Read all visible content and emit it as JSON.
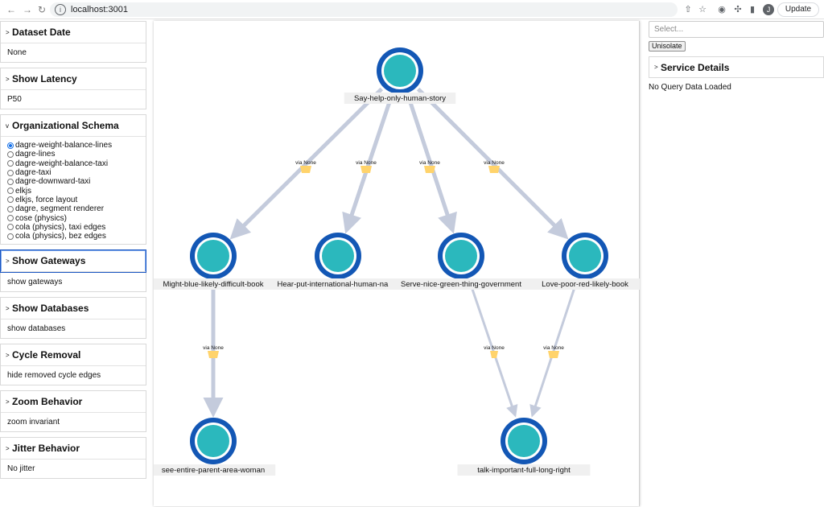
{
  "browser": {
    "url": "localhost:3001",
    "update_label": "Update",
    "avatar_letter": "J"
  },
  "sidebar": {
    "panels": [
      {
        "title": "Dataset Date",
        "value": "None"
      },
      {
        "title": "Show Latency",
        "value": "P50"
      },
      {
        "title": "Organizational Schema",
        "options": [
          {
            "label": "dagre-weight-balance-lines",
            "selected": true
          },
          {
            "label": "dagre-lines",
            "selected": false
          },
          {
            "label": "dagre-weight-balance-taxi",
            "selected": false
          },
          {
            "label": "dagre-taxi",
            "selected": false
          },
          {
            "label": "dagre-downward-taxi",
            "selected": false
          },
          {
            "label": "elkjs",
            "selected": false
          },
          {
            "label": "elkjs, force layout",
            "selected": false
          },
          {
            "label": "dagre, segment renderer",
            "selected": false
          },
          {
            "label": "cose (physics)",
            "selected": false
          },
          {
            "label": "cola (physics), taxi edges",
            "selected": false
          },
          {
            "label": "cola (physics), bez edges",
            "selected": false
          }
        ]
      },
      {
        "title": "Show Gateways",
        "value": "show gateways"
      },
      {
        "title": "Show Databases",
        "value": "show databases"
      },
      {
        "title": "Cycle Removal",
        "value": "hide removed cycle edges"
      },
      {
        "title": "Zoom Behavior",
        "value": "zoom invariant"
      },
      {
        "title": "Jitter Behavior",
        "value": "No jitter"
      }
    ]
  },
  "graph": {
    "nodes": {
      "root": "Say-help-only-human-story",
      "n1": "Might-blue-likely-difficult-book",
      "n2": "Hear-put-international-human-name",
      "n3": "Serve-nice-green-thing-government",
      "n4": "Love-poor-red-likely-book",
      "n5": "see-entire-parent-area-woman",
      "n6": "talk-important-full-long-right"
    },
    "edge_label": "via None",
    "colors": {
      "node_ring": "#1357b5",
      "node_fill": "#2bb8bd",
      "edge": "#c4cbdc",
      "edge_marker": "#ffd36b"
    }
  },
  "right_panel": {
    "select_placeholder": "Select...",
    "unisolate_label": "Unisolate",
    "service_details_title": "Service Details",
    "no_data_text": "No Query Data Loaded"
  }
}
